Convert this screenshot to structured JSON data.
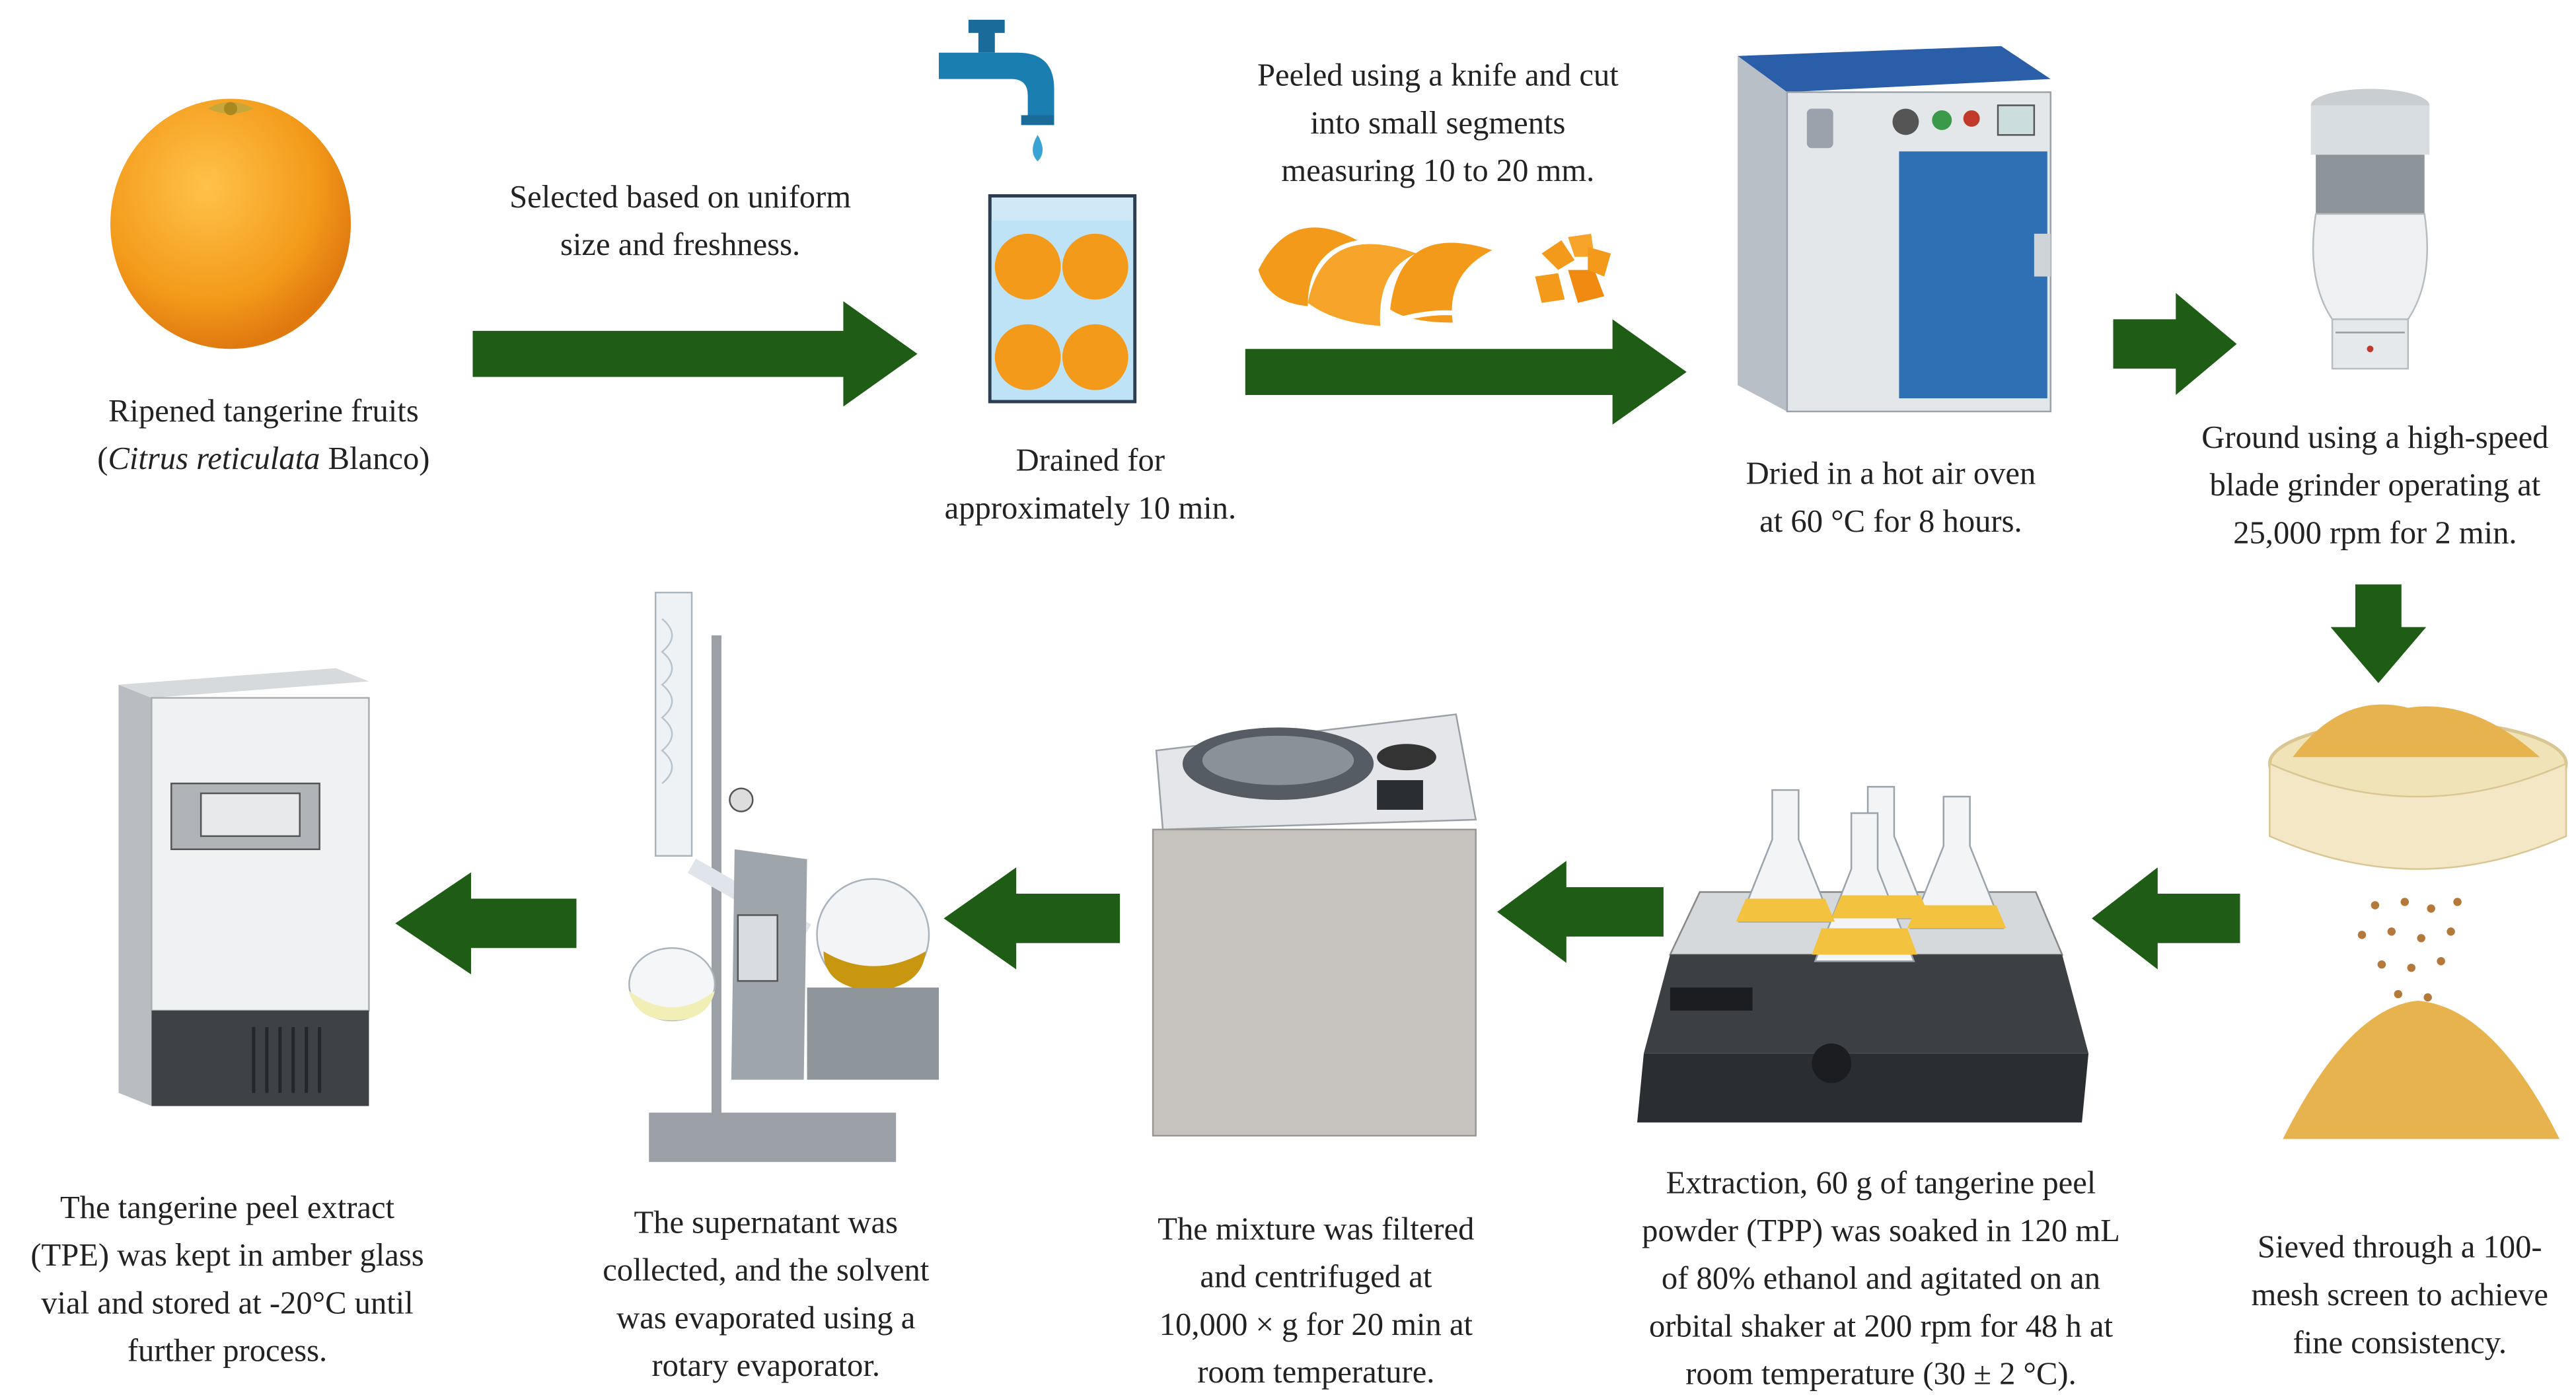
{
  "colors": {
    "arrow": "#1f5c16",
    "orange": "#f4a020",
    "oven_blue": "#2f6fb3",
    "powder": "#e7b34f"
  },
  "steps": [
    {
      "id": "fruit",
      "icon": "tangerine-icon",
      "line1": "Ripened tangerine fruits",
      "line2_open": "(",
      "line2_italic": "Citrus reticulata",
      "line2_close": " Blanco)"
    },
    {
      "id": "select",
      "line1": "Selected based on uniform",
      "line2": "size and freshness."
    },
    {
      "id": "drain",
      "icon": "water-tap-basin-icon",
      "line1": "Drained for",
      "line2": "approximately 10 min."
    },
    {
      "id": "peel",
      "icon": "peel-segments-icon",
      "line1": "Peeled using a knife and cut",
      "line2": "into small segments",
      "line3": "measuring 10 to 20 mm."
    },
    {
      "id": "dry",
      "icon": "hot-air-oven-icon",
      "line1": "Dried in a hot air oven",
      "line2": "at 60 °C for 8 hours."
    },
    {
      "id": "grind",
      "icon": "blade-grinder-icon",
      "line1": "Ground using a high-speed",
      "line2": "blade grinder operating at",
      "line3": "25,000 rpm for 2 min."
    },
    {
      "id": "sieve",
      "icon": "sieve-powder-icon",
      "line1": "Sieved through a 100-",
      "line2": "mesh screen to achieve",
      "line3": "fine consistency."
    },
    {
      "id": "extract",
      "icon": "orbital-shaker-icon",
      "line1": "Extraction, 60 g of tangerine peel",
      "line2": "powder (TPP)  was soaked in 120 mL",
      "line3": "of 80% ethanol and agitated on an",
      "line4": "orbital shaker at 200 rpm for 48 h at",
      "line5": "room temperature (30 ± 2 °C)."
    },
    {
      "id": "centrifuge",
      "icon": "centrifuge-icon",
      "line1": "The mixture was filtered",
      "line2": "and centrifuged at",
      "line3": "10,000 × g for 20 min at",
      "line4": "room temperature."
    },
    {
      "id": "evaporate",
      "icon": "rotary-evaporator-icon",
      "line1": "The supernatant was",
      "line2": "collected, and the solvent",
      "line3": "was evaporated using a",
      "line4": "rotary evaporator."
    },
    {
      "id": "store",
      "icon": "freezer-icon",
      "line1": "The tangerine peel extract",
      "line2": "(TPE) was kept in amber glass",
      "line3": "vial and stored at -20°C until",
      "line4": "further process."
    }
  ]
}
